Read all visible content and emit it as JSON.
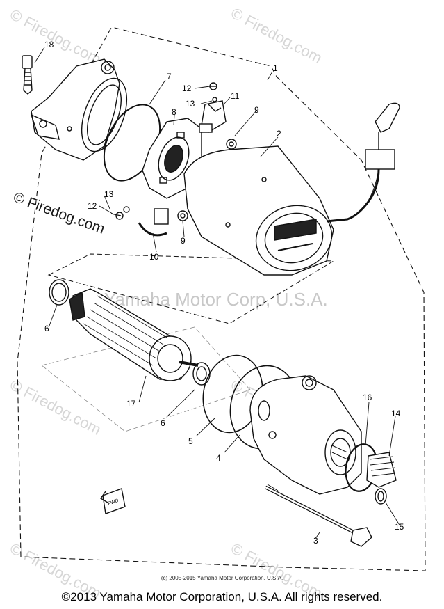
{
  "callouts": {
    "c1": "1",
    "c2": "2",
    "c3": "3",
    "c4": "4",
    "c5": "5",
    "c6a": "6",
    "c6b": "6",
    "c7": "7",
    "c8": "8",
    "c9a": "9",
    "c9b": "9",
    "c10": "10",
    "c11": "11",
    "c12a": "12",
    "c12b": "12",
    "c13a": "13",
    "c13b": "13",
    "c14": "14",
    "c15": "15",
    "c16": "16",
    "c17": "17",
    "c18": "18"
  },
  "fwd_label": "FWD",
  "watermark": {
    "text": "© Firedog.com",
    "center_text": "Yamaha Motor Corp, U.S.A.",
    "side_text": "© Firedog.com"
  },
  "small_copyright": "(c) 2005-2015 Yamaha Motor Corporation, U.S.A.",
  "footer_copyright": "©2013 Yamaha Motor Corporation, U.S.A. All rights reserved."
}
